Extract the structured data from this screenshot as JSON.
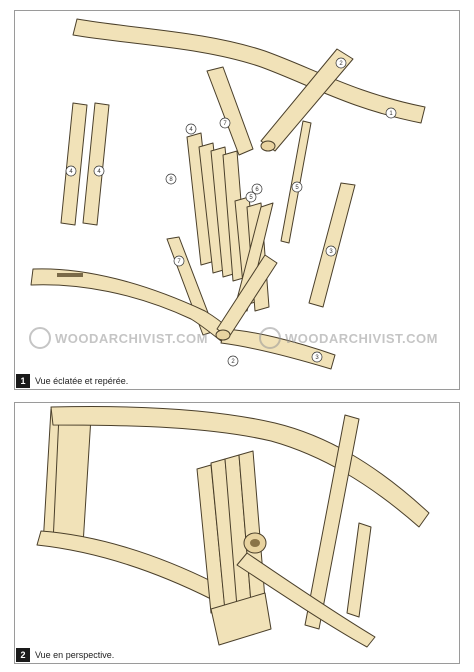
{
  "panel1": {
    "number": "1",
    "caption": "Vue éclatée et repérée.",
    "part_labels": [
      "1",
      "2",
      "3",
      "4",
      "4",
      "4",
      "5",
      "5",
      "6",
      "7",
      "7",
      "8",
      "2",
      "3"
    ]
  },
  "panel2": {
    "number": "2",
    "caption": "Vue en perspective."
  },
  "watermark": {
    "text": "WOODARCHIVIST.COM"
  },
  "colors": {
    "wood_fill": "#f1e2b8",
    "wood_shade": "#dcc58e",
    "outline": "#4a3f2a",
    "border": "#9a9a9a",
    "caption_box": "#1a1a1a"
  }
}
